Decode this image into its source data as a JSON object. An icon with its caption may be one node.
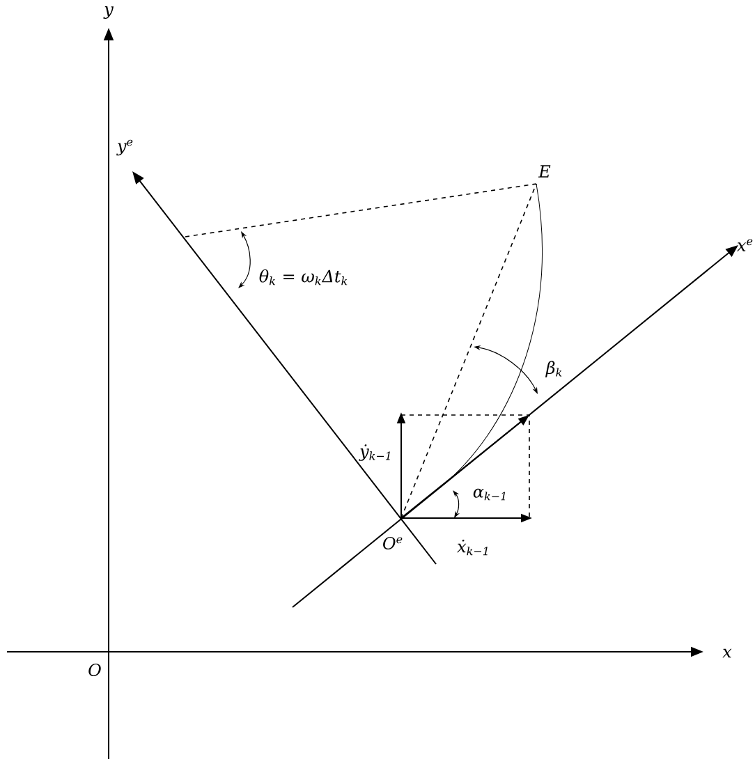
{
  "diagram": {
    "labels": [
      "y",
      "y$^{e}$",
      "E",
      "θ$_{k}$ = ω$_{k}$Δt$_{k}$",
      "x$^{e}$",
      "β$_{k}$",
      "ẏ$_{k−1}$",
      "α$_{k−1}$",
      "O$^{e}$",
      "ẋ$_{k−1}$",
      "O",
      "x"
    ]
  }
}
